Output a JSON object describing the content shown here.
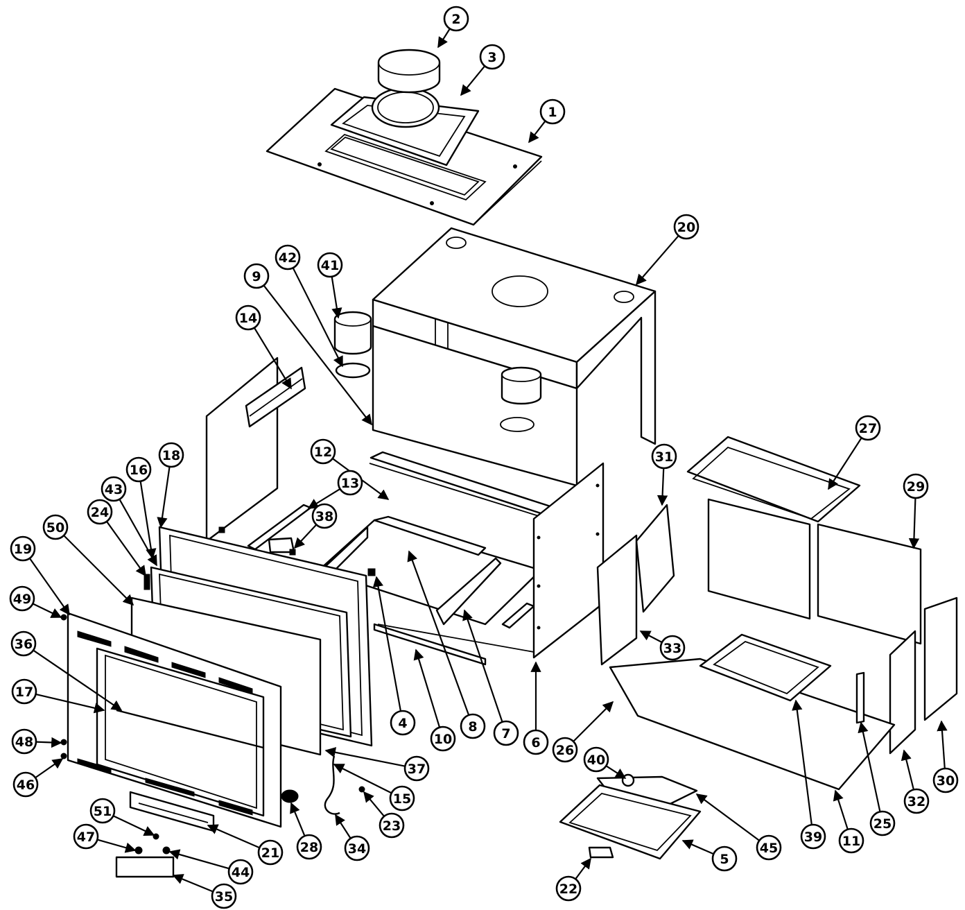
{
  "callouts": [
    "1",
    "2",
    "3",
    "4",
    "5",
    "6",
    "7",
    "8",
    "9",
    "10",
    "11",
    "12",
    "13",
    "14",
    "15",
    "16",
    "17",
    "18",
    "19",
    "20",
    "21",
    "22",
    "23",
    "24",
    "25",
    "26",
    "27",
    "28",
    "29",
    "30",
    "31",
    "32",
    "33",
    "34",
    "35",
    "36",
    "37",
    "38",
    "39",
    "40",
    "41",
    "42",
    "43",
    "44",
    "45",
    "46",
    "47",
    "48",
    "49",
    "50",
    "51"
  ]
}
